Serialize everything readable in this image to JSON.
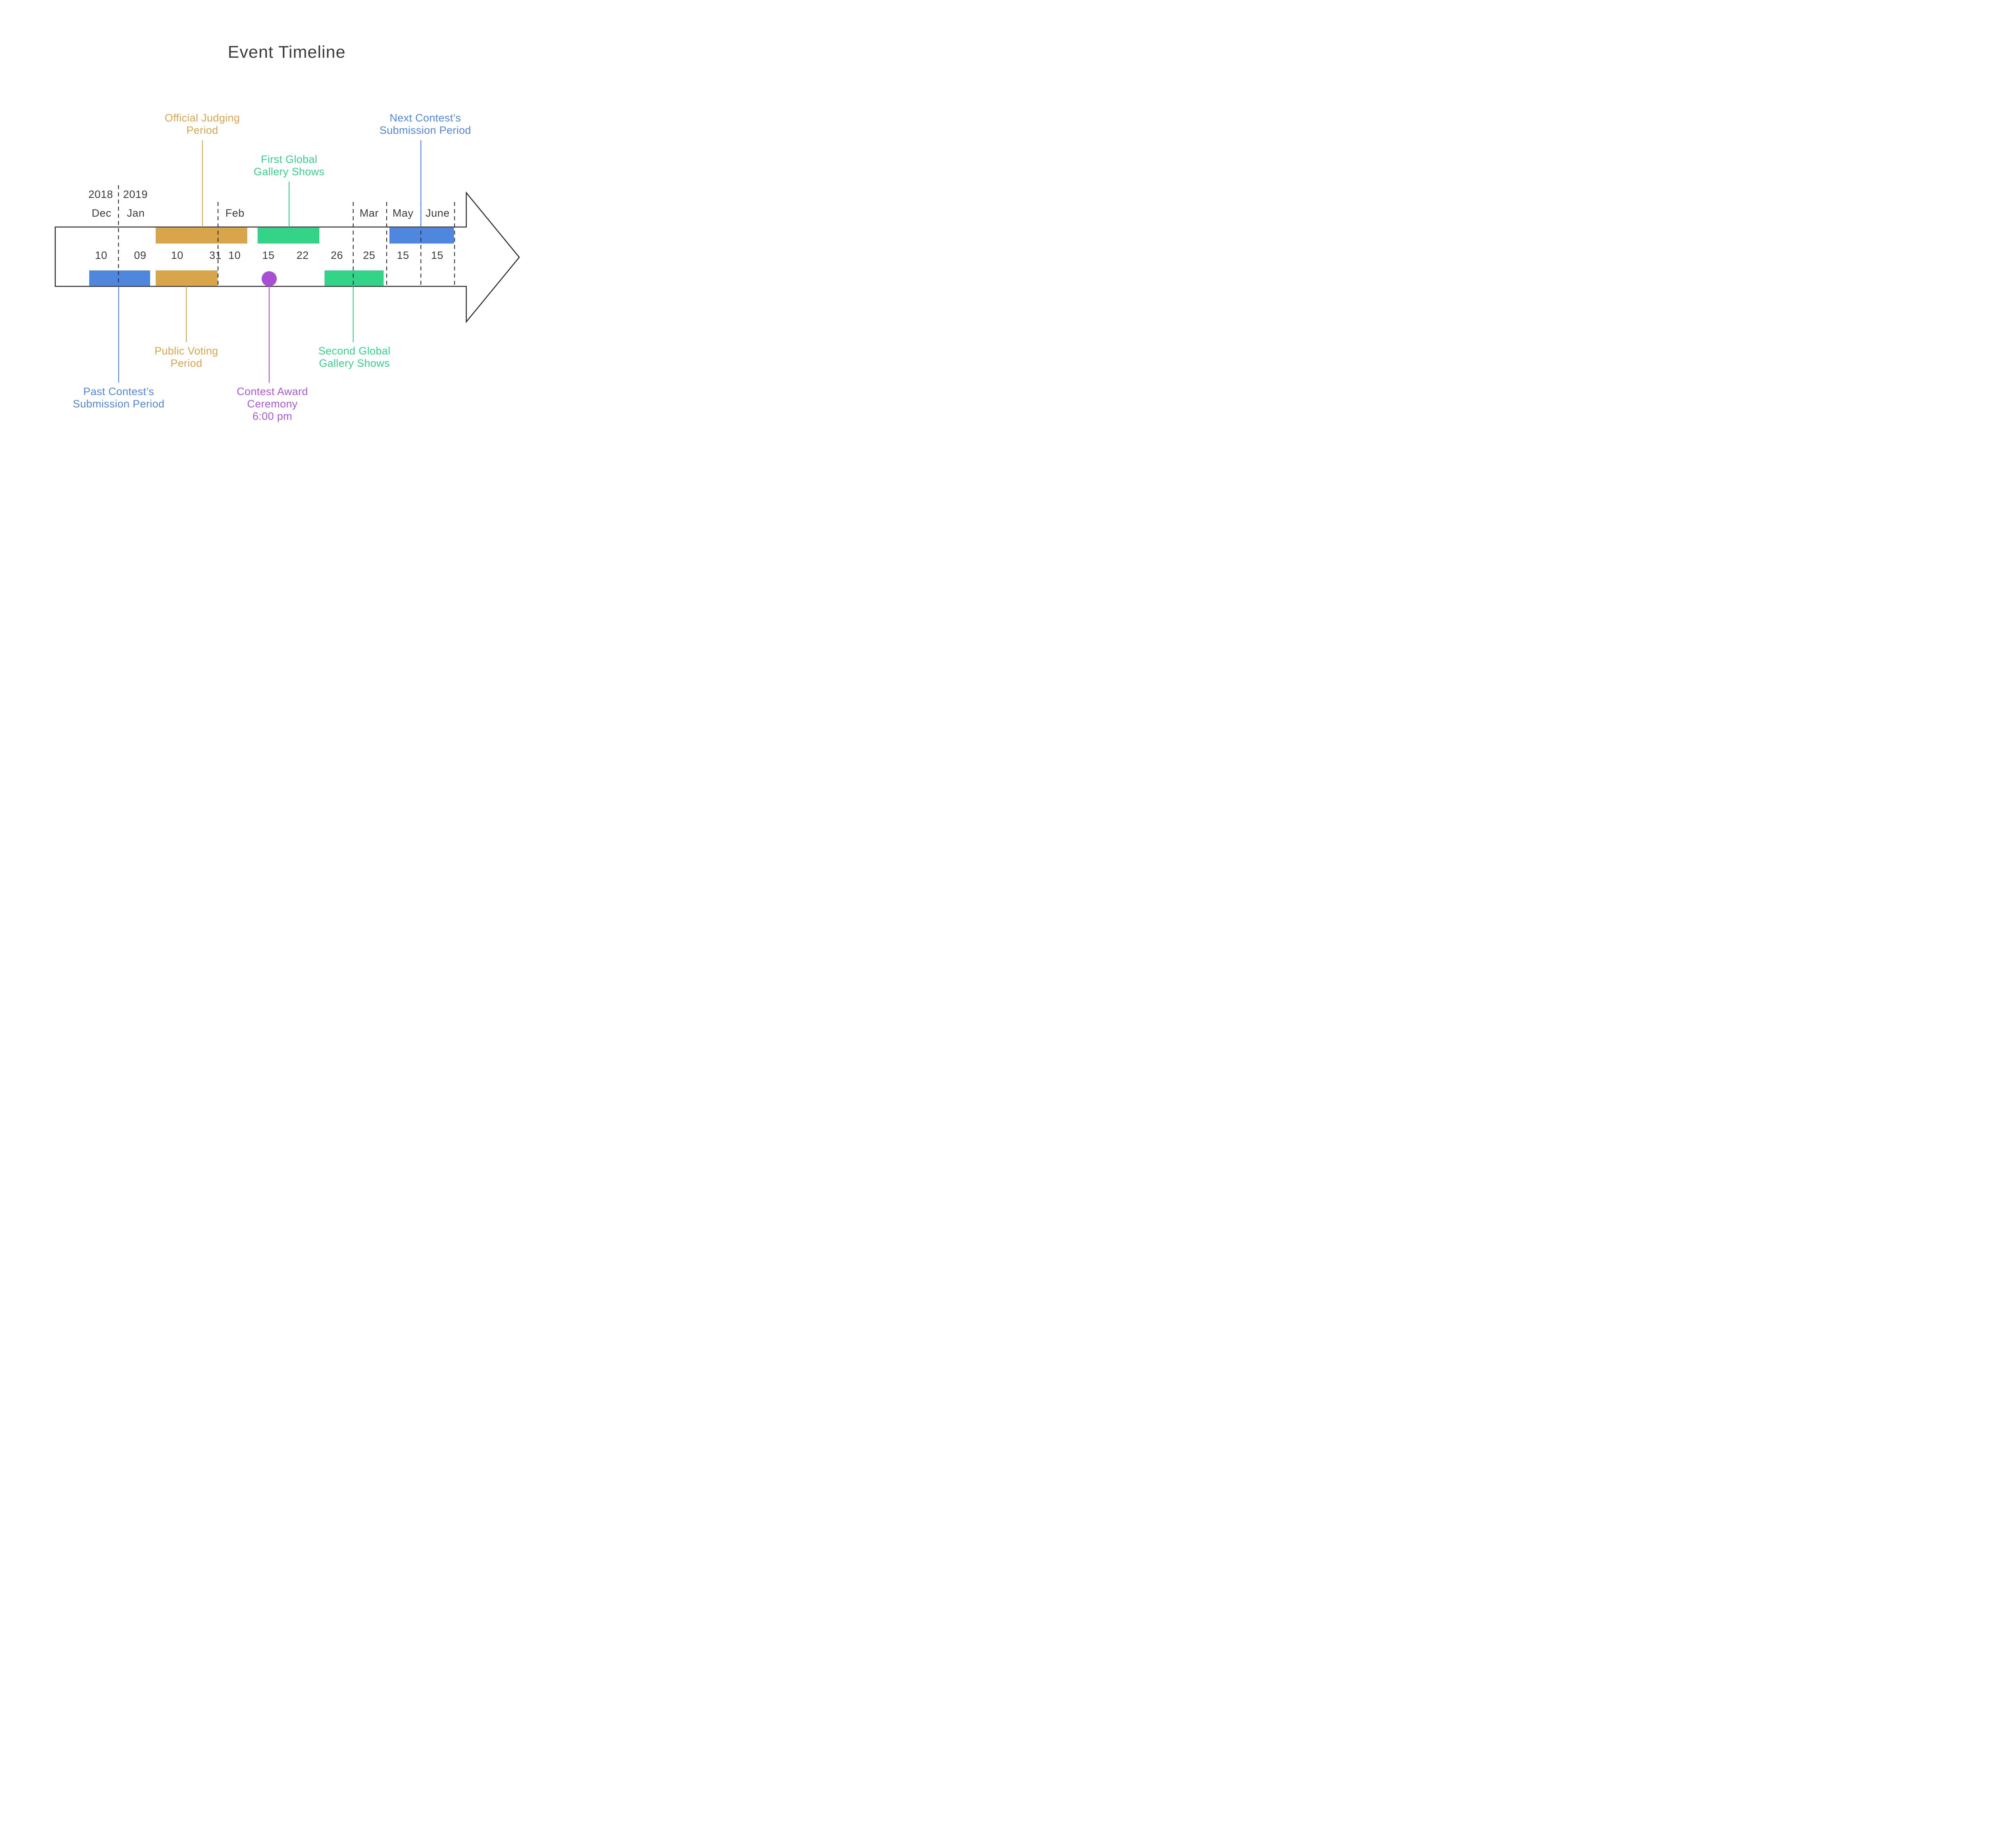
{
  "title": "Event Timeline",
  "colors": {
    "text_dark": "#3b3b3d",
    "outline": "#2f2f31",
    "blue": "#4f87de",
    "orange": "#d9a54a",
    "green": "#33d488",
    "purple_text": "#ab57d8",
    "purple_dot": "#a94fd4"
  },
  "timeline": {
    "years": [
      "2018",
      "2019"
    ],
    "months": [
      "Dec",
      "Jan",
      "Feb",
      "Mar",
      "May",
      "June"
    ],
    "days": [
      "10",
      "09",
      "10",
      "31",
      "10",
      "15",
      "22",
      "26",
      "25",
      "15",
      "15"
    ]
  },
  "events": {
    "official_judging": {
      "label": "Official Judging\nPeriod",
      "start": "Jan 10",
      "end": "Feb 10",
      "color": "#d9a54a",
      "position": "above"
    },
    "first_global": {
      "label": "First Global\nGallery Shows",
      "start": "Feb 15",
      "end": "Feb 22",
      "color": "#33d488",
      "position": "above"
    },
    "next_contest": {
      "label": "Next Contest’s\nSubmission Period",
      "start": "May 15",
      "end": "June 15",
      "color": "#4f87de",
      "position": "above"
    },
    "past_contest": {
      "label": "Past Contest’s\nSubmission Period",
      "start": "Dec 10",
      "end": "Jan 09",
      "color": "#4f87de",
      "position": "below"
    },
    "public_voting": {
      "label": "Public Voting\nPeriod",
      "start": "Jan 10",
      "end": "Jan 31",
      "color": "#d9a54a",
      "position": "below"
    },
    "award_ceremony": {
      "label": "Contest Award\nCeremony\n6:00 pm",
      "date": "Feb 15",
      "color": "#ab57d8",
      "position": "below"
    },
    "second_global": {
      "label": "Second Global\nGallery Shows",
      "start": "Feb 26",
      "end": "Mar 25",
      "color": "#33d488",
      "position": "below"
    }
  }
}
